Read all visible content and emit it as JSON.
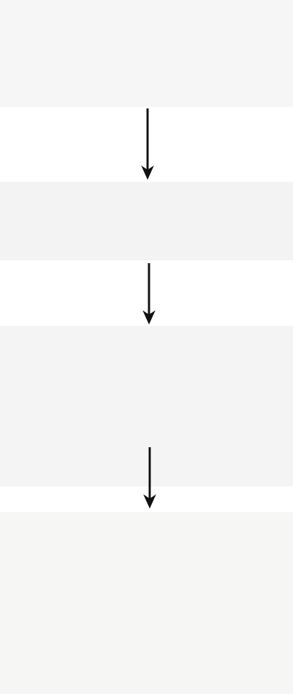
{
  "colors": {
    "yellow": "#f2e04b",
    "purple": "#5b14b5",
    "outline": "#2f4a55",
    "red": "#b5261a",
    "arrow": "#111111",
    "panel_bg": "#f4f4f4",
    "cream": "#efe8b8"
  },
  "diagram": {
    "steps": [
      {
        "id": "step-1",
        "icon": "split-upper-limbs"
      },
      {
        "id": "step-2",
        "icon": "anchored-arms"
      },
      {
        "id": "step-3",
        "icon": "joined-torso"
      },
      {
        "id": "step-4",
        "icon": "closed-torso"
      }
    ],
    "connectors": 3
  }
}
